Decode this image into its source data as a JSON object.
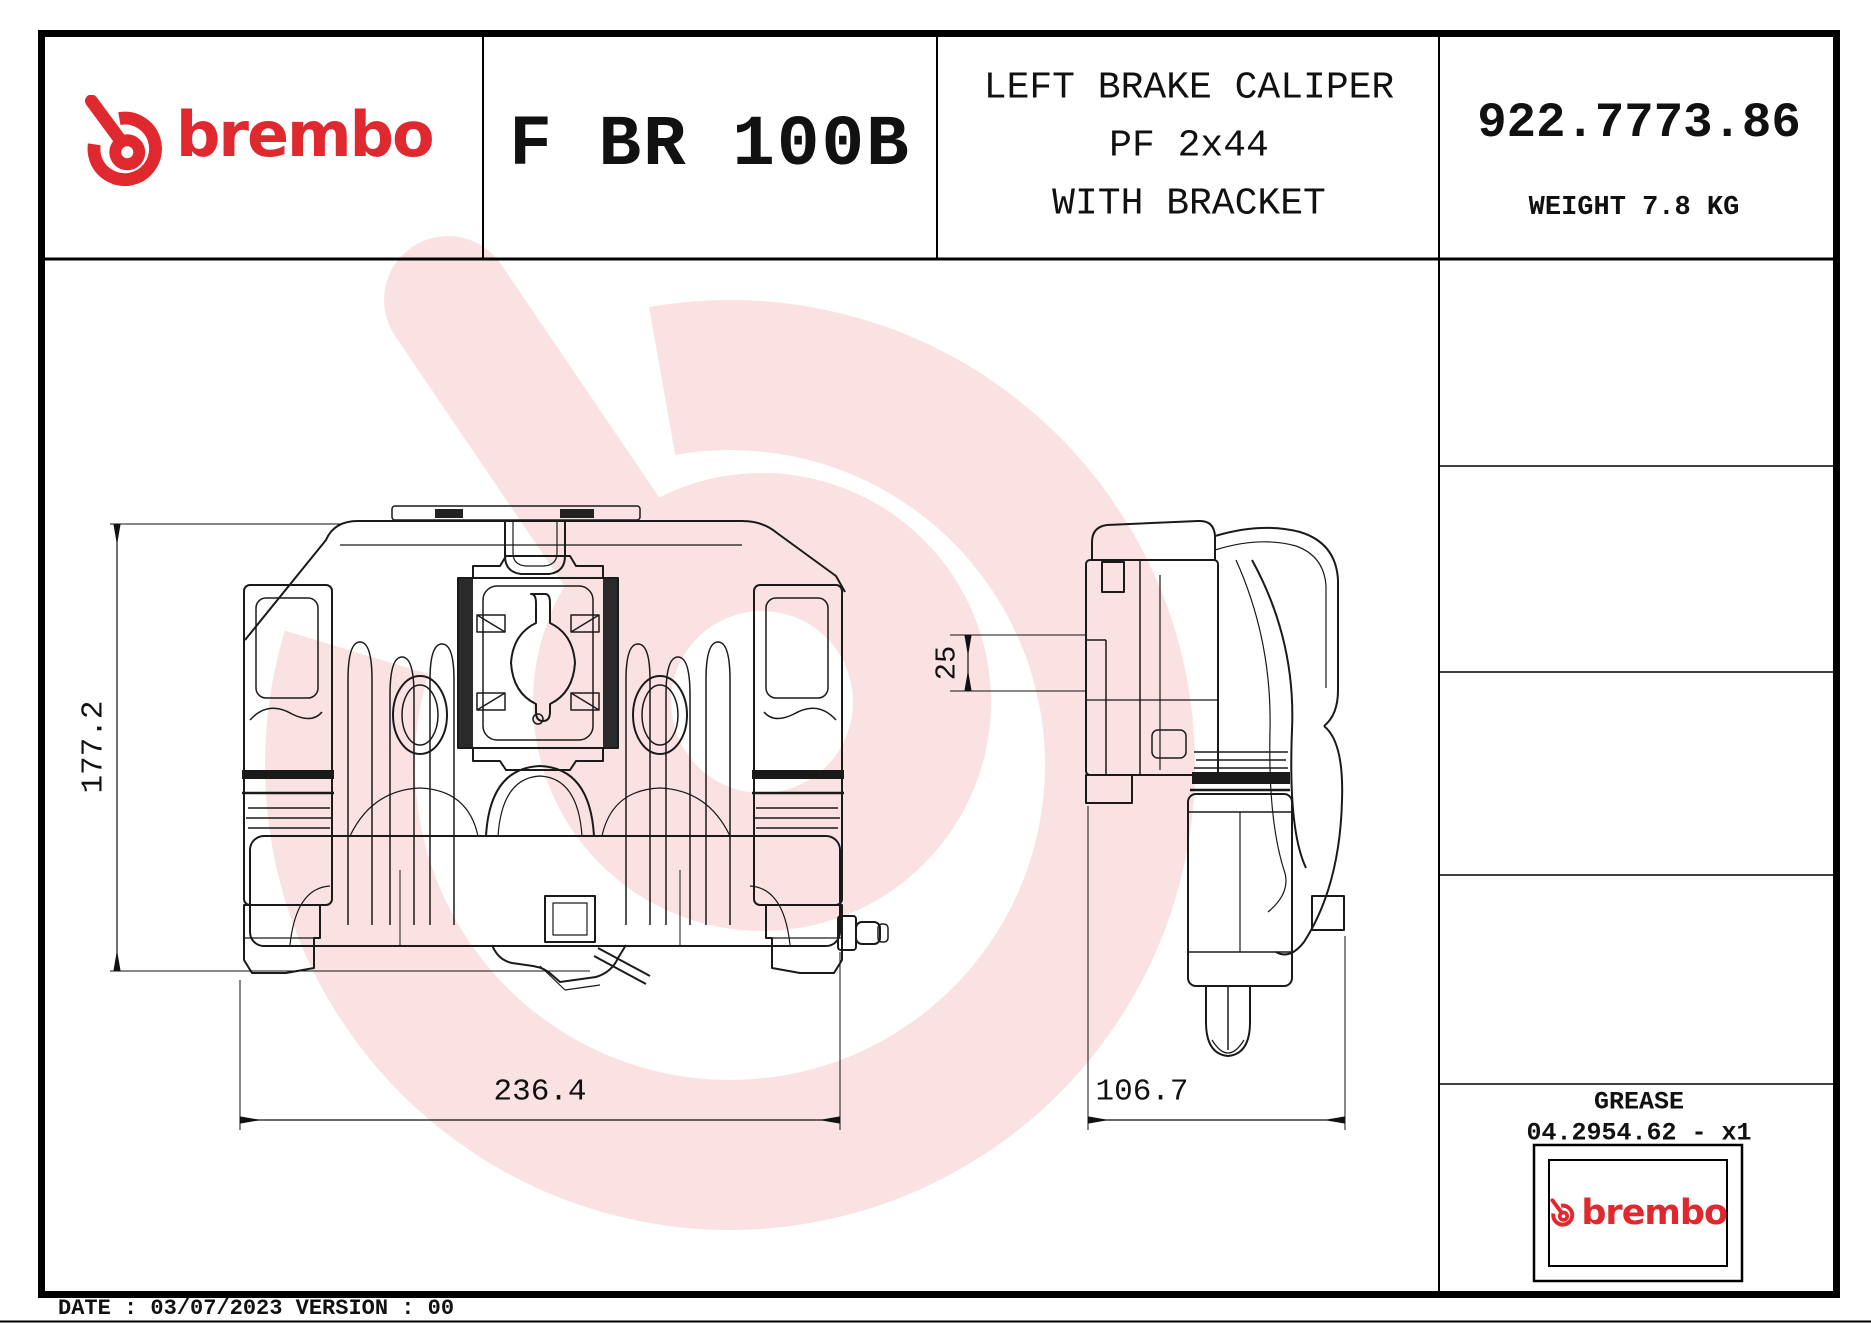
{
  "header": {
    "brand_wordmark": "brembo",
    "model_code": "F BR 100B",
    "description": [
      "LEFT BRAKE CALIPER",
      "PF 2x44",
      "WITH BRACKET"
    ],
    "part_number": "922.7773.86",
    "weight_label": "WEIGHT 7.8 KG"
  },
  "drawing": {
    "dim_height": "177.2",
    "dim_width_front": "236.4",
    "dim_pad_offset": "25",
    "dim_width_side": "106.7"
  },
  "grease_panel": {
    "title": "GREASE",
    "part_line": "04.2954.62 - x1",
    "brand_wordmark": "brembo"
  },
  "footer": {
    "date_version": "DATE : 03/07/2023 VERSION : 00"
  },
  "colors": {
    "brand_red": "#e0282f",
    "ink": "#111111"
  }
}
